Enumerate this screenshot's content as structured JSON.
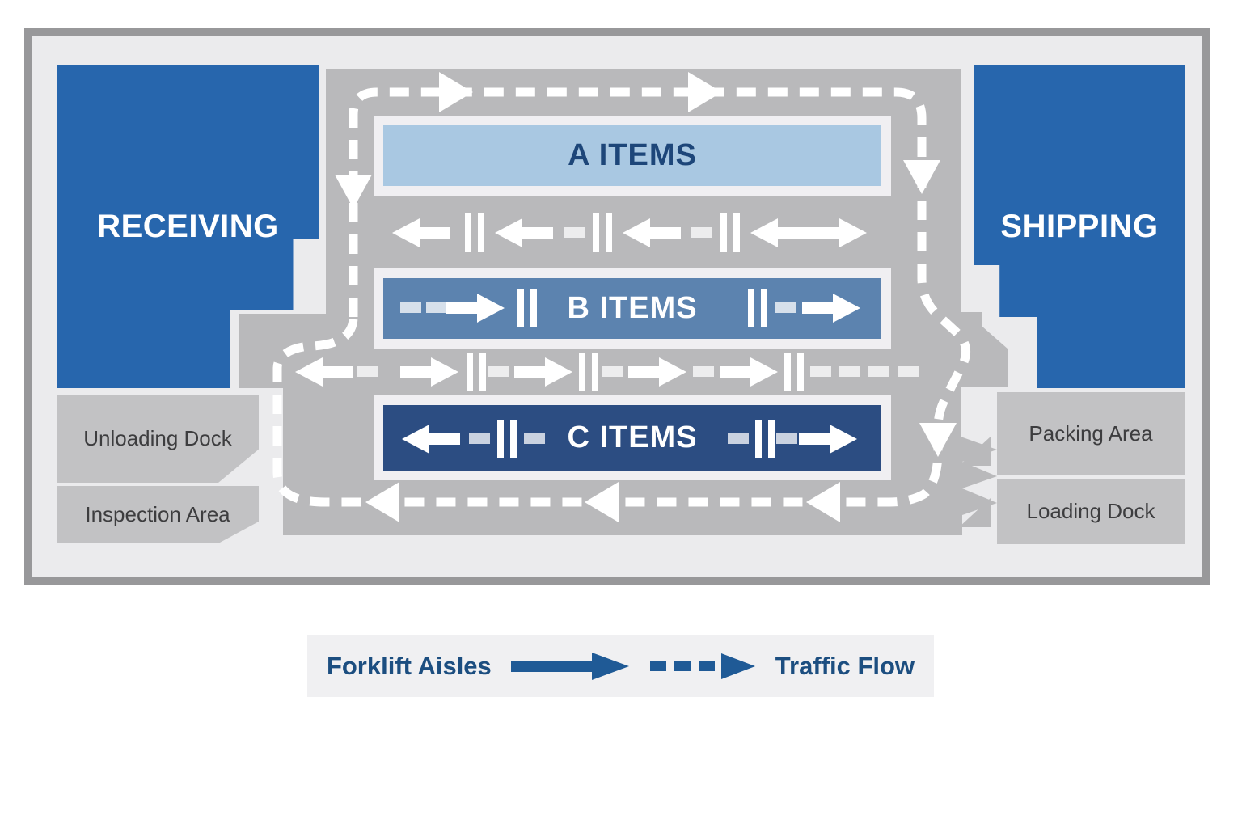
{
  "diagram": {
    "type": "warehouse-slotting-layout",
    "zones": {
      "receiving": "RECEIVING",
      "shipping": "SHIPPING"
    },
    "storage_rows": [
      {
        "id": "a",
        "label": "A ITEMS",
        "fill": "#a9c8e2",
        "text_color": "#1d4679"
      },
      {
        "id": "b",
        "label": "B ITEMS",
        "fill": "#5c83af",
        "text_color": "#ffffff"
      },
      {
        "id": "c",
        "label": "C ITEMS",
        "fill": "#2c4d82",
        "text_color": "#ffffff"
      }
    ],
    "left_docks": [
      {
        "label": "Unloading Dock"
      },
      {
        "label": "Inspection Area"
      }
    ],
    "right_docks": [
      {
        "label": "Packing Area"
      },
      {
        "label": "Loading Dock"
      }
    ],
    "legend": {
      "forklift_label": "Forklift Aisles",
      "traffic_label": "Traffic Flow"
    },
    "icons": {
      "solid_arrow": "solid-right-arrow → forklift aisles",
      "dashed_arrow": "dashed-right-arrow → traffic flow",
      "flow_arrowheads": "white triangles on dashed loop",
      "aisle_glyphs": "white arrows, dashes and pallet bars in aisles"
    },
    "colors": {
      "zone_blue": "#2766ad",
      "a_fill": "#a9c8e2",
      "b_fill": "#5c83af",
      "c_fill": "#2c4d82",
      "item_text_dark": "#1d4679",
      "floor_gray": "#b9b9bb",
      "frame_border": "#98989a",
      "frame_bg": "#ebebed",
      "dock_gray": "#c2c2c4",
      "dock_text": "#3d3d3f",
      "legend_bg": "#f0f0f2",
      "legend_text": "#1c4e80",
      "legend_arrow": "#1f5a96",
      "flow_white": "#ffffff"
    }
  }
}
